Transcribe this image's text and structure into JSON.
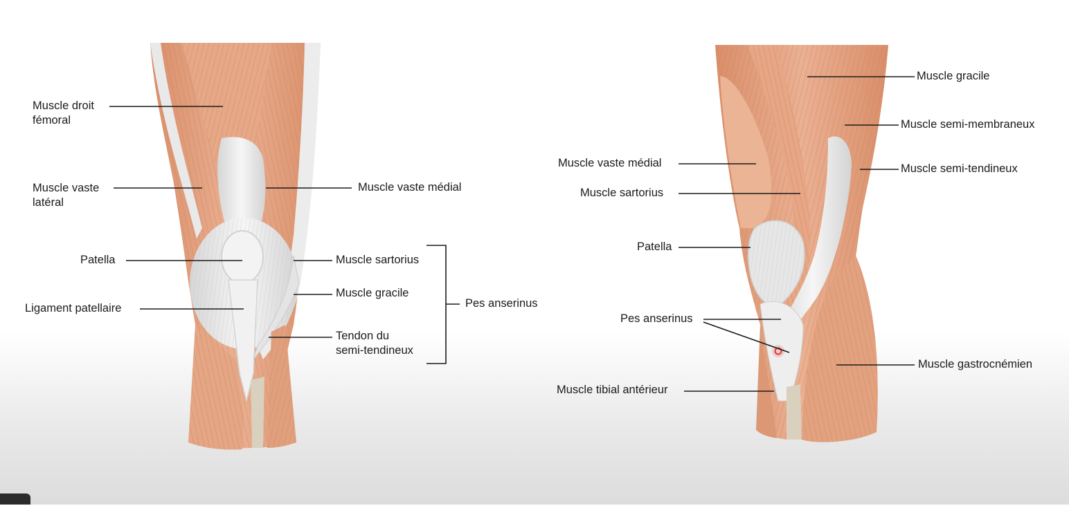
{
  "colors": {
    "muscle": "#e3a482",
    "muscle_dark": "#c97c57",
    "tendon": "#ededed",
    "tendon_shadow": "#cfcfcf",
    "bone": "#d9d0bd",
    "leader": "#1a1a1a",
    "marker": "#e53935"
  },
  "front_view": {
    "labels": {
      "muscle_droit_femoral": "Muscle droit\nfémoral",
      "muscle_vaste_lateral": "Muscle vaste\nlatéral",
      "muscle_vaste_medial": "Muscle vaste médial",
      "patella": "Patella",
      "ligament_patellaire": "Ligament patellaire",
      "muscle_sartorius": "Muscle sartorius",
      "muscle_gracile": "Muscle gracile",
      "tendon_semi_tendineux": "Tendon du\nsemi-tendineux",
      "pes_anserinus": "Pes anserinus"
    }
  },
  "medial_view": {
    "labels": {
      "muscle_gracile": "Muscle gracile",
      "muscle_semi_membraneux": "Muscle semi-membraneux",
      "muscle_semi_tendineux": "Muscle semi-tendineux",
      "muscle_vaste_medial": "Muscle vaste médial",
      "muscle_sartorius": "Muscle sartorius",
      "patella": "Patella",
      "pes_anserinus": "Pes anserinus",
      "muscle_gastrocnemien": "Muscle gastrocnémien",
      "muscle_tibial_anterieur": "Muscle tibial antérieur"
    }
  }
}
